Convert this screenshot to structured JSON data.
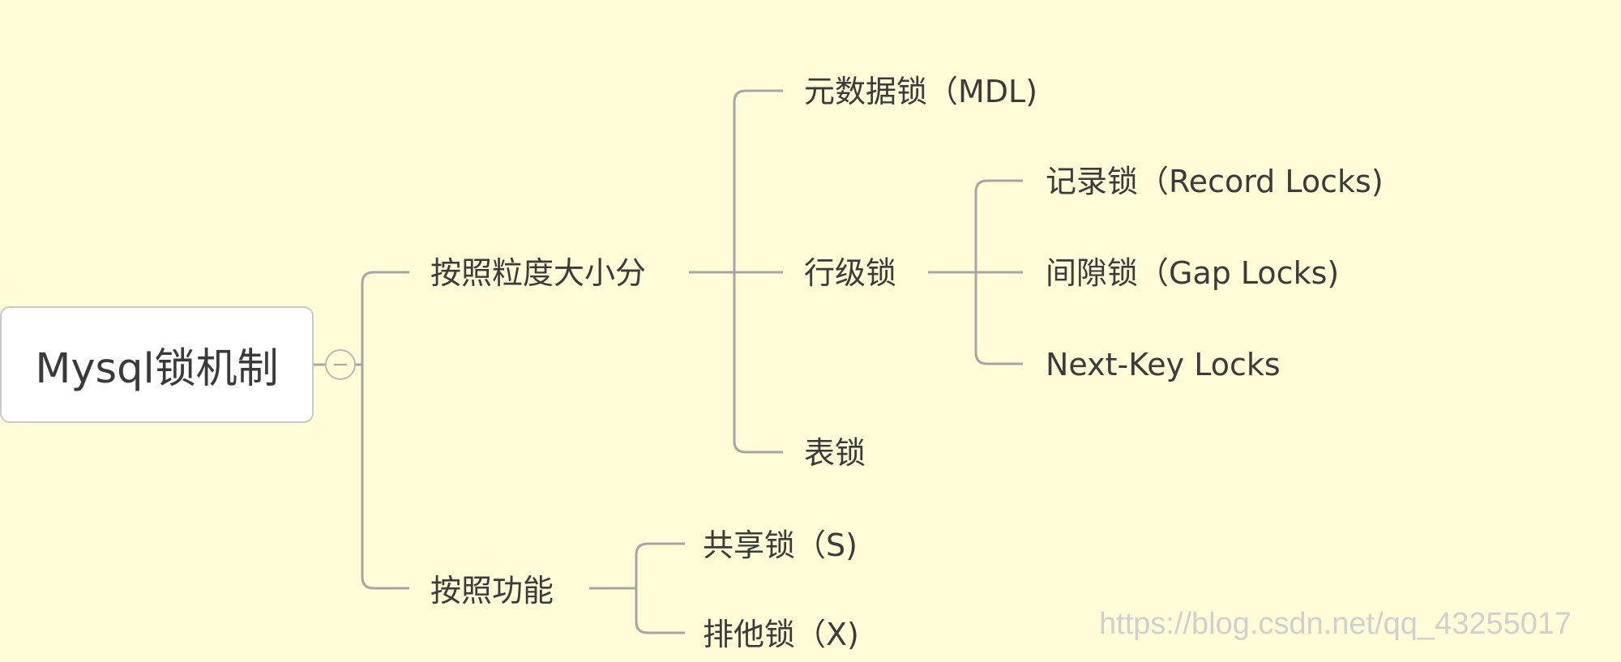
{
  "root": {
    "label": "Mysql锁机制"
  },
  "branches": {
    "granularity": {
      "label": "按照粒度大小分",
      "children": {
        "mdl": "元数据锁（MDL)",
        "row": {
          "label": "行级锁",
          "children": {
            "record": "记录锁（Record Locks)",
            "gap": "间隙锁（Gap Locks)",
            "nextkey": "Next-Key Locks"
          }
        },
        "table": "表锁"
      }
    },
    "function": {
      "label": "按照功能",
      "children": {
        "shared": "共享锁（S)",
        "exclusive": "排他锁（X)"
      }
    }
  },
  "watermark": "https://blog.csdn.net/qq_43255017",
  "colors": {
    "background": "#fffdd8",
    "connector": "#a6a6a6",
    "text": "#3b3b3b"
  }
}
